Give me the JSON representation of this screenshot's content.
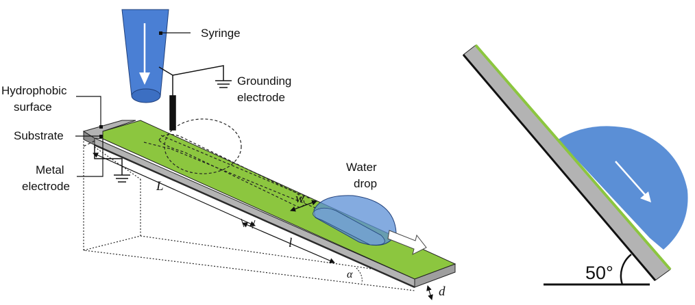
{
  "labels": {
    "syringe": "Syringe",
    "grounding_line1": "Grounding",
    "grounding_line2": "electrode",
    "hydrophobic_line1": "Hydrophobic",
    "hydrophobic_line2": "surface",
    "substrate": "Substrate",
    "metal_line1": "Metal",
    "metal_line2": "electrode",
    "water_line1": "Water",
    "water_line2": "drop",
    "dim_L": "L",
    "dim_w": "w",
    "dim_l": "l",
    "dim_alpha": "α",
    "dim_d": "d",
    "angle": "50°"
  },
  "colors": {
    "hydrophobic_surface": "#8cc63f",
    "substrate": "#b3b3b3",
    "substrate_dark": "#8c8c8c",
    "metal_electrode": "#2b2b2b",
    "syringe": "#4a7fd4",
    "water_drop": "#5b8fd6",
    "water_drop_left": "#6f9bd8"
  },
  "icons": {
    "drop_direction": "arrow-down-right",
    "syringe_flow": "arrow-down"
  }
}
